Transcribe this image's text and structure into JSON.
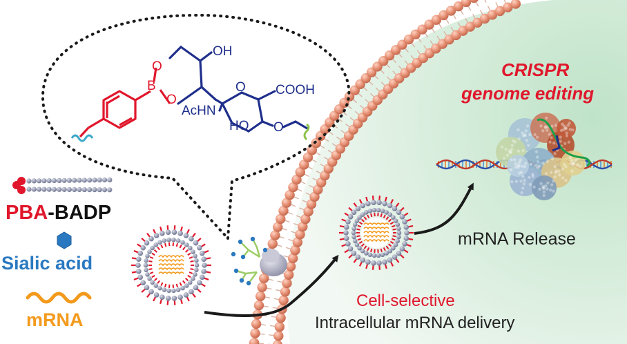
{
  "figure": {
    "colors": {
      "red": "#e0172c",
      "blue": "#1f2f8c",
      "sialic": "#2a79c0",
      "mrna": "#f39a1c",
      "membrane_head": "#e58f73",
      "cell_inside": "#d3ecd9",
      "lipid_tail": "#707a8a",
      "arrow": "#1a1a1a"
    },
    "chemistry": {
      "boron_ring_o1": "O",
      "boron_ring_o2": "O",
      "boron": "B",
      "hydroxyl_top": "OH",
      "ring_o": "O",
      "carboxyl": "COOH",
      "acetamide": "AcHN",
      "hydroxyl_bottom": "HO",
      "ether_o": "O"
    },
    "legend": {
      "pba_part": "PBA",
      "badp_part": "-BADP",
      "sialic_label": "Sialic acid",
      "mrna_label": "mRNA"
    },
    "labels": {
      "crispr_line1": "CRISPR",
      "crispr_line2": "genome editing",
      "release": "mRNA Release",
      "cell_selective": "Cell-selective",
      "delivery": "Intracellular mRNA delivery"
    },
    "icons": [
      "lipid-conjugate-icon",
      "sialic-hexagon-icon",
      "mrna-wave-icon",
      "nanoparticle-icon",
      "cas9-complex-icon",
      "dna-helix-icon",
      "membrane-protein-icon"
    ]
  }
}
